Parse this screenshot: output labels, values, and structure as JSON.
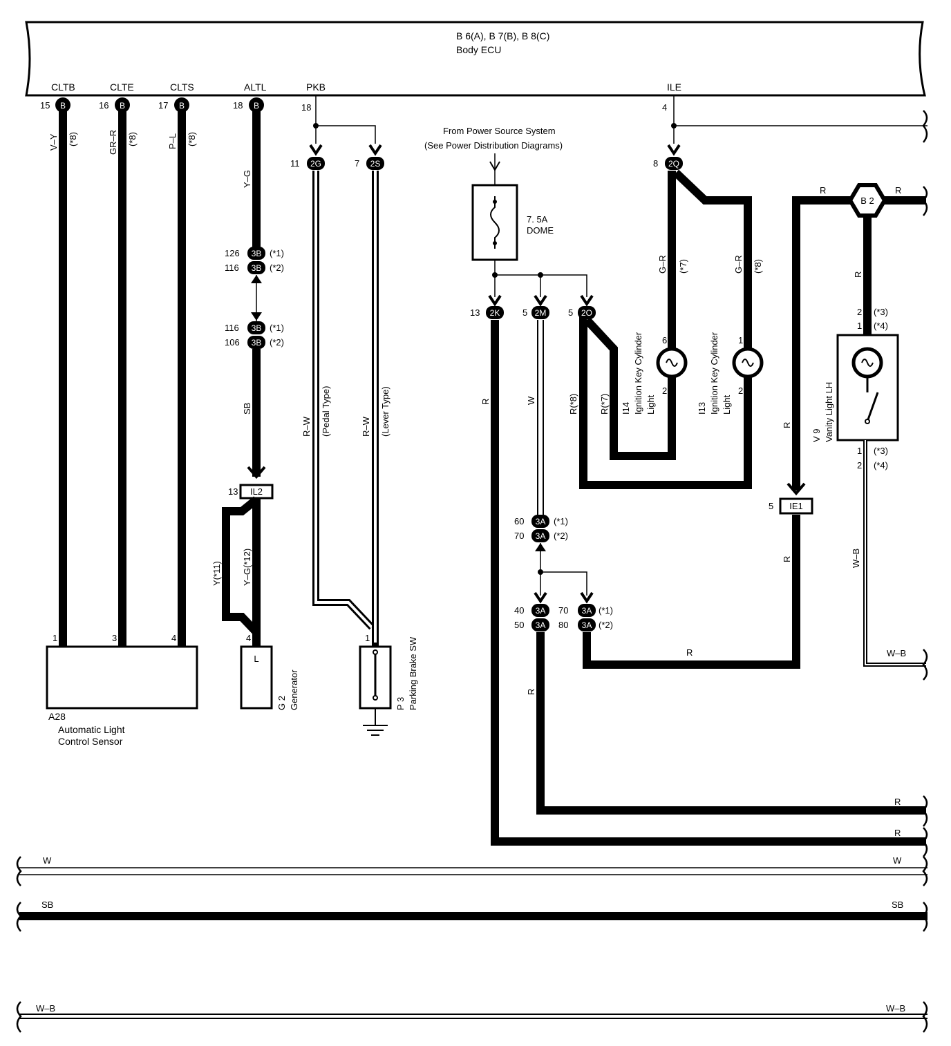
{
  "ecu": {
    "title": "B 6(A), B 7(B), B 8(C)",
    "name": "Body ECU",
    "terminals": [
      "CLTB",
      "CLTE",
      "CLTS",
      "ALTL",
      "PKB",
      "ILE"
    ]
  },
  "pins": {
    "p15": "15",
    "p16": "16",
    "p17": "17",
    "p18": "18",
    "p18b": "18",
    "p4": "4",
    "p11": "11",
    "p7": "7",
    "p8": "8",
    "p126": "126",
    "p116": "116",
    "p116b": "116",
    "p106": "106",
    "p13": "13",
    "p13k": "13",
    "p5m": "5",
    "p5o": "5",
    "p6": "6",
    "p2a": "2",
    "p1b": "1",
    "p2b": "2",
    "p2c": "2",
    "p1c": "1",
    "p1d": "1",
    "p2d": "2",
    "p60": "60",
    "p70": "70",
    "p40": "40",
    "p50": "50",
    "p70b": "70",
    "p80": "80",
    "p5e": "5",
    "p1s": "1",
    "p3s": "3",
    "p4s": "4",
    "p4g": "4",
    "p1p": "1"
  },
  "connectors": {
    "B": "B",
    "c2G": "2G",
    "c2S": "2S",
    "c2Q": "2Q",
    "c3B": "3B",
    "c2K": "2K",
    "c2M": "2M",
    "c2O": "2O",
    "c3A": "3A",
    "IL2": "IL2",
    "IE1": "IE1",
    "B2": "B 2"
  },
  "notes": {
    "n1": "(*1)",
    "n2": "(*2)",
    "n3": "(*3)",
    "n4": "(*4)",
    "n7": "(*7)",
    "n8": "(*8)",
    "n11": "Y(*11)",
    "n12": "Y–G(*12)",
    "r7": "R(*7)",
    "r8": "R(*8)"
  },
  "wires": {
    "VY": "V–Y",
    "GRR": "GR–R",
    "PL": "P–L",
    "YG": "Y–G",
    "SB": "SB",
    "RW": "R–W",
    "R": "R",
    "W": "W",
    "GR": "G–R",
    "WB": "W–B",
    "pedal": "(Pedal Type)",
    "lever": "(Lever Type)"
  },
  "power": {
    "from1": "From Power Source System",
    "from2": "(See Power Distribution Diagrams)",
    "fuse": "7. 5A",
    "fusename": "DOME"
  },
  "components": {
    "a28": "A28",
    "a28n1": "Automatic Light",
    "a28n2": "Control Sensor",
    "g2": "G 2",
    "g2n": "Generator",
    "gL": "L",
    "p3": "P 3",
    "p3n": "Parking Brake SW",
    "i14": "I14",
    "i13": "I13",
    "ikc": "Ignition Key Cylinder",
    "light": "Light",
    "v9": "V 9",
    "v9n": "Vanity Light LH"
  }
}
